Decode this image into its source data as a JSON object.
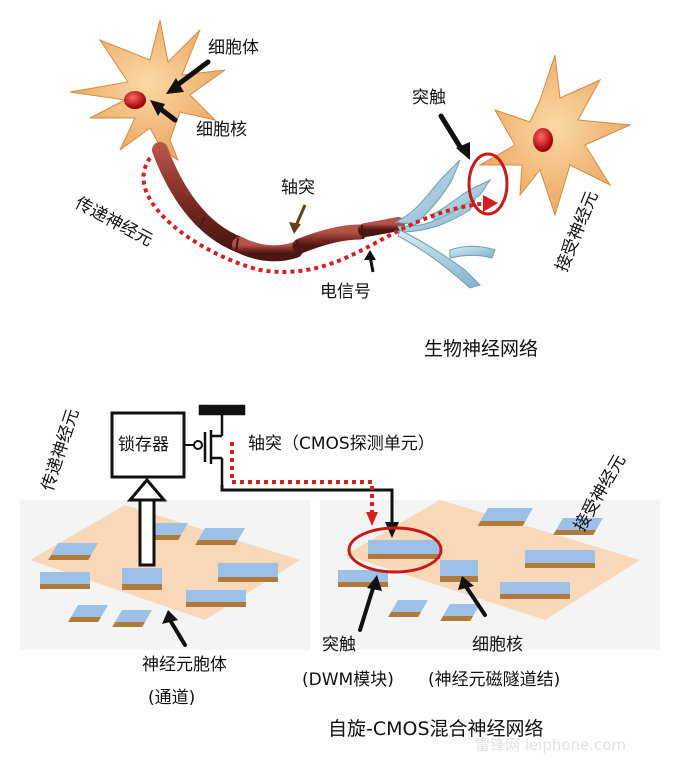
{
  "bio": {
    "cell_body": "细胞体",
    "nucleus": "细胞核",
    "axon": "轴突",
    "synapse": "突触",
    "transmit_neuron": "传递神经元",
    "receive_neuron": "接受神经元",
    "electric_signal": "电信号",
    "caption": "生物神经网络"
  },
  "spin": {
    "latch": "锁存器",
    "axon_cmos": "轴突（CMOS探测单元）",
    "transmit_neuron": "传递神经元",
    "receive_neuron": "接受神经元",
    "soma": "神经元胞体",
    "channel": "(通道)",
    "synapse": "突触",
    "dwm": "(DWM模块)",
    "nucleus": "细胞核",
    "mtj": "(神经元磁隧道结)",
    "caption": "自旋-CMOS混合神经网络"
  },
  "colors": {
    "neuron_body": "#f2b36b",
    "axon": "#7a2a24",
    "signal": "#d42020",
    "synapse_blue": "#9fc3dd",
    "pad_blue": "#9cc0e6",
    "pad_brown": "#b07a3a",
    "cross_peach": "#f8d8b8"
  },
  "watermark": "雷锋网 leiphone.com"
}
